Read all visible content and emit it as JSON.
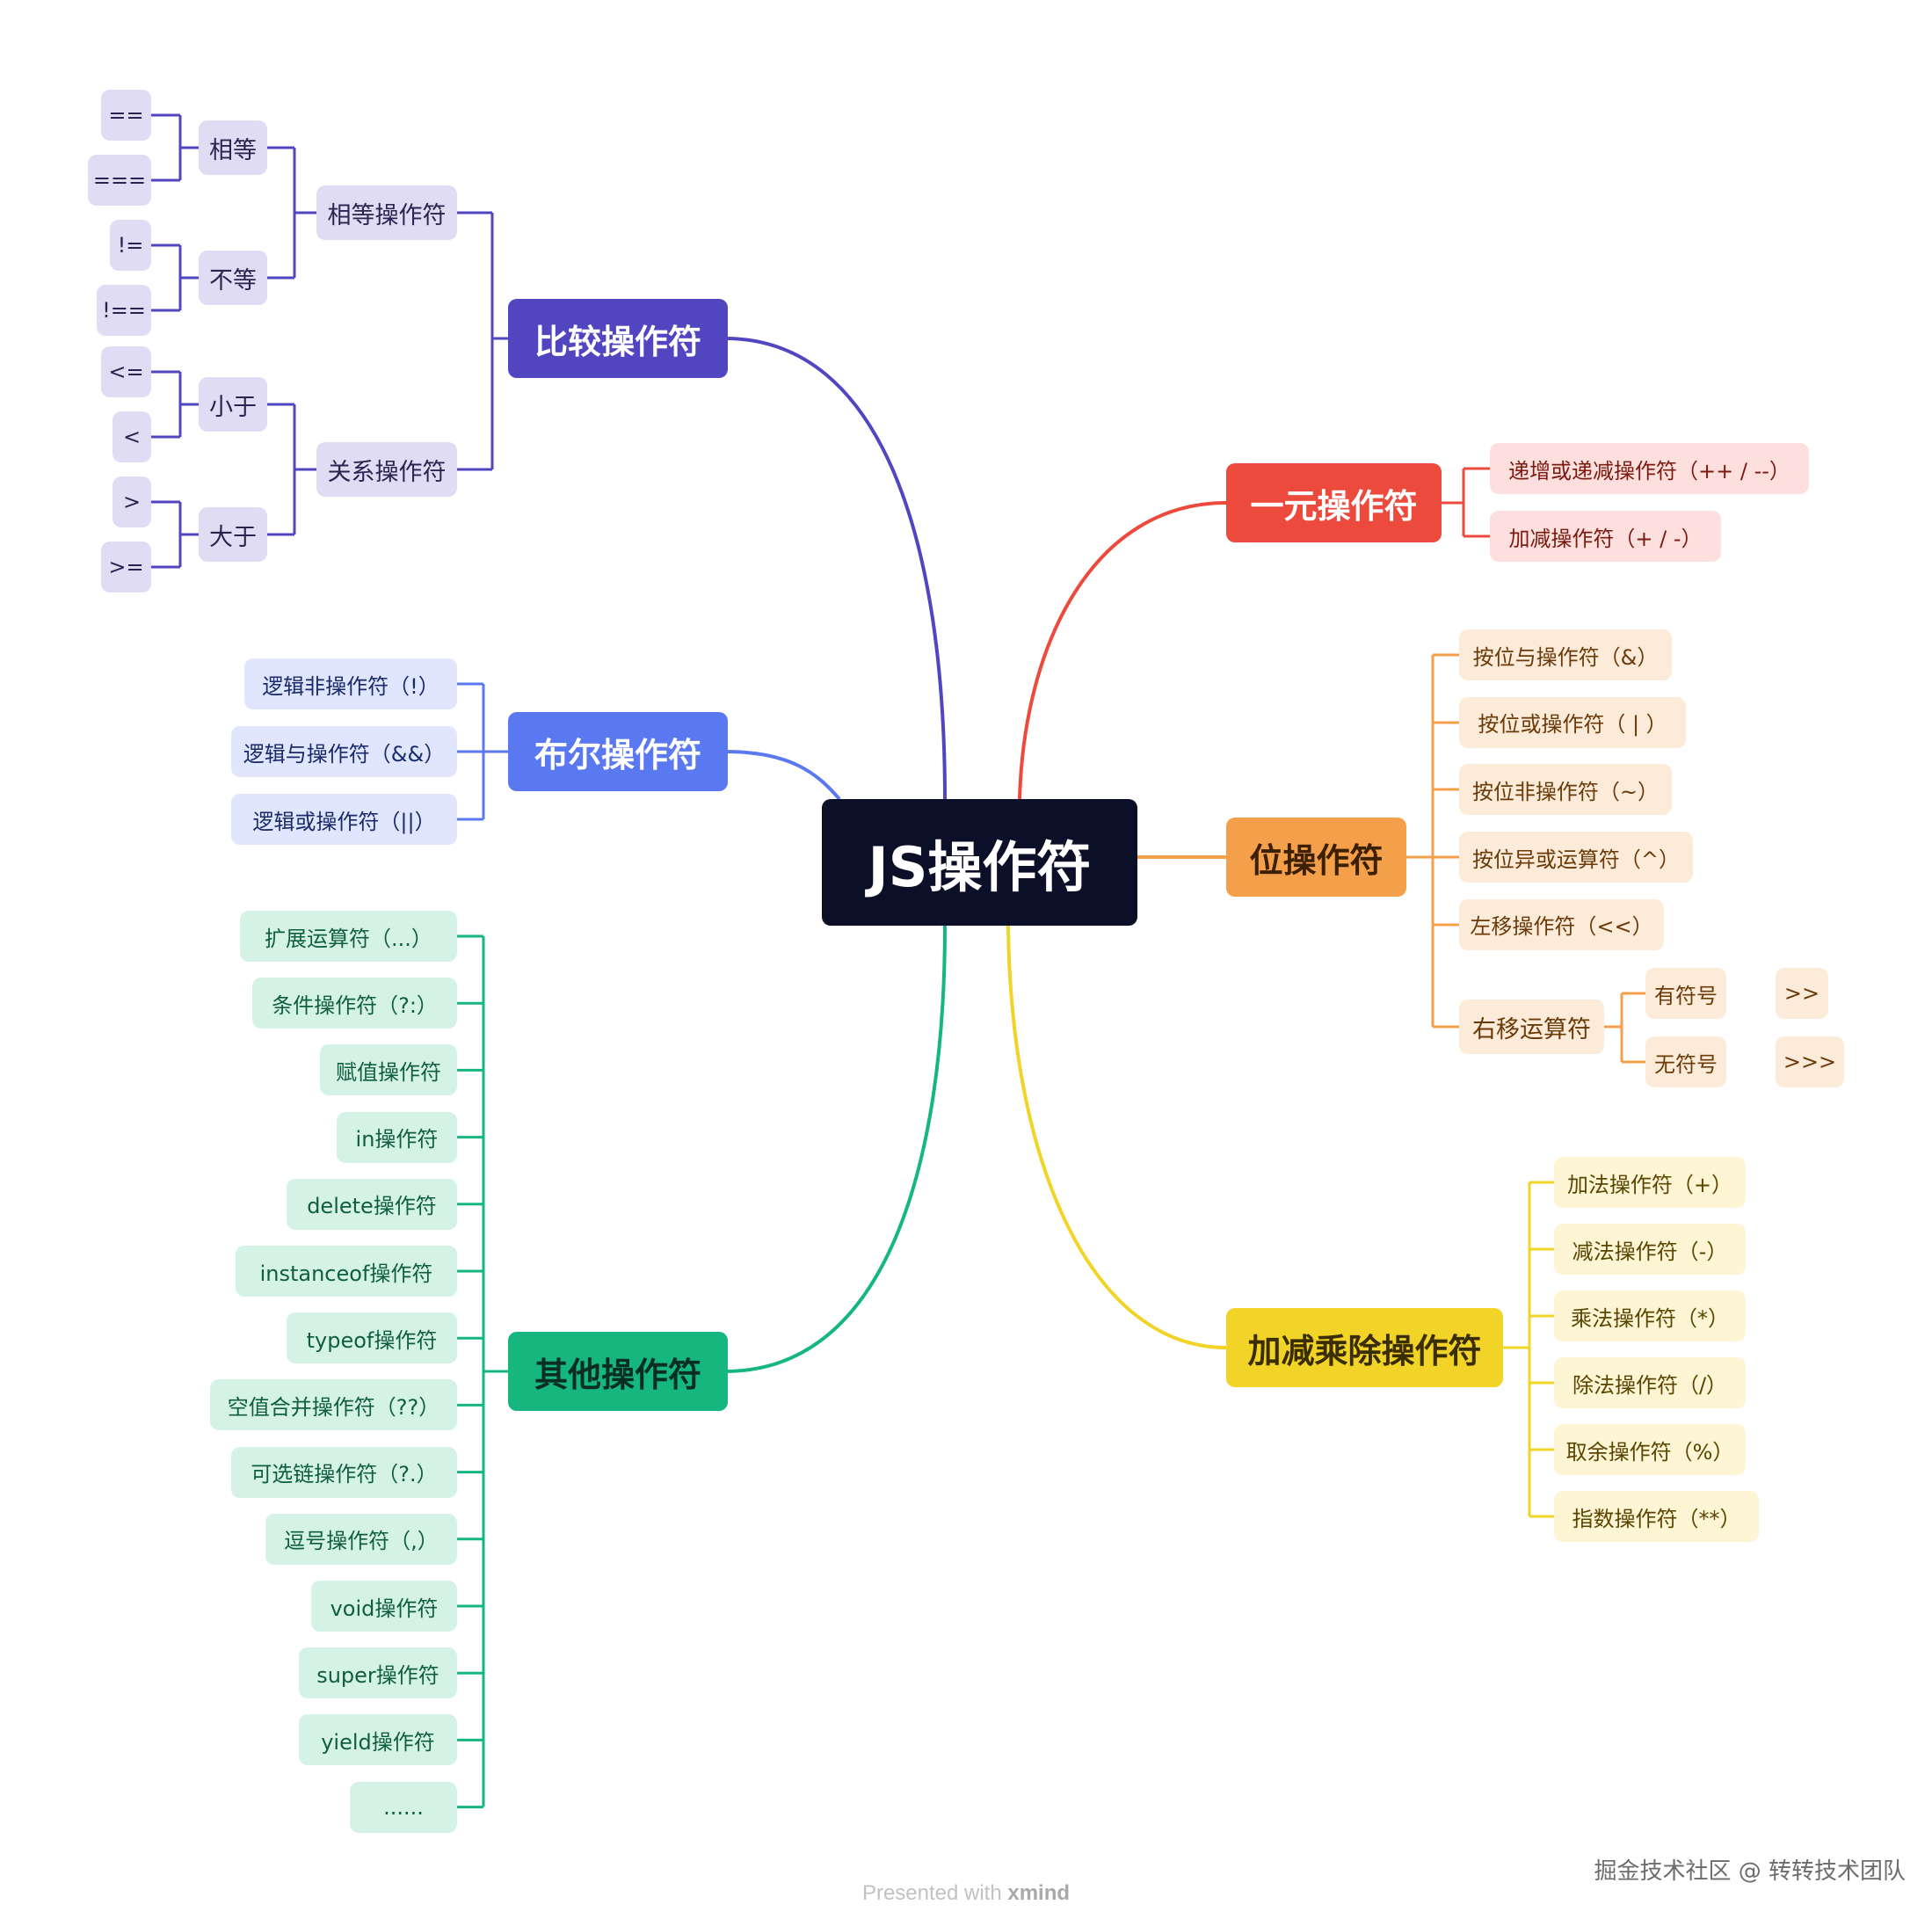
{
  "root": {
    "label": "JS操作符"
  },
  "branches": {
    "comparison": {
      "label": "比较操作符",
      "color": "#5146c0",
      "equality": {
        "label": "相等操作符",
        "equal": {
          "label": "相等",
          "items": [
            "==",
            "==="
          ]
        },
        "not_equal": {
          "label": "不等",
          "items": [
            "!=",
            "!=="
          ]
        }
      },
      "relational": {
        "label": "关系操作符",
        "less": {
          "label": "小于",
          "items": [
            "<=",
            "<"
          ]
        },
        "greater": {
          "label": "大于",
          "items": [
            ">",
            ">="
          ]
        }
      }
    },
    "boolean": {
      "label": "布尔操作符",
      "color": "#5a78ef",
      "items": [
        "逻辑非操作符（!）",
        "逻辑与操作符（&&）",
        "逻辑或操作符（||）"
      ]
    },
    "other": {
      "label": "其他操作符",
      "color": "#15b77e",
      "items": [
        "扩展运算符（...）",
        "条件操作符（?:）",
        "赋值操作符",
        "in操作符",
        "delete操作符",
        "instanceof操作符",
        "typeof操作符",
        "空值合并操作符（??）",
        "可选链操作符（?.）",
        "逗号操作符（,）",
        "void操作符",
        "super操作符",
        "yield操作符",
        "......"
      ]
    },
    "unary": {
      "label": "一元操作符",
      "color": "#ec4a3c",
      "items": [
        "递增或递减操作符（++ / --）",
        "加减操作符（+ / -）"
      ]
    },
    "bitwise": {
      "label": "位操作符",
      "color": "#f4a04a",
      "items": [
        "按位与操作符（&）",
        "按位或操作符（ | ）",
        "按位非操作符（~）",
        "按位异或运算符（^）",
        "左移操作符（<<）"
      ],
      "right_shift": {
        "label": "右移运算符",
        "signed": {
          "label": "有符号",
          "value": ">>"
        },
        "unsigned": {
          "label": "无符号",
          "value": ">>>"
        }
      }
    },
    "arithmetic": {
      "label": "加减乘除操作符",
      "color": "#f2d327",
      "items": [
        "加法操作符（+）",
        "减法操作符（-）",
        "乘法操作符（*）",
        "除法操作符（/）",
        "取余操作符（%）",
        "指数操作符（**）"
      ]
    }
  },
  "footer": {
    "prefix": "Presented with ",
    "brand": "xmind"
  },
  "watermark": "掘金技术社区 @ 转转技术团队"
}
